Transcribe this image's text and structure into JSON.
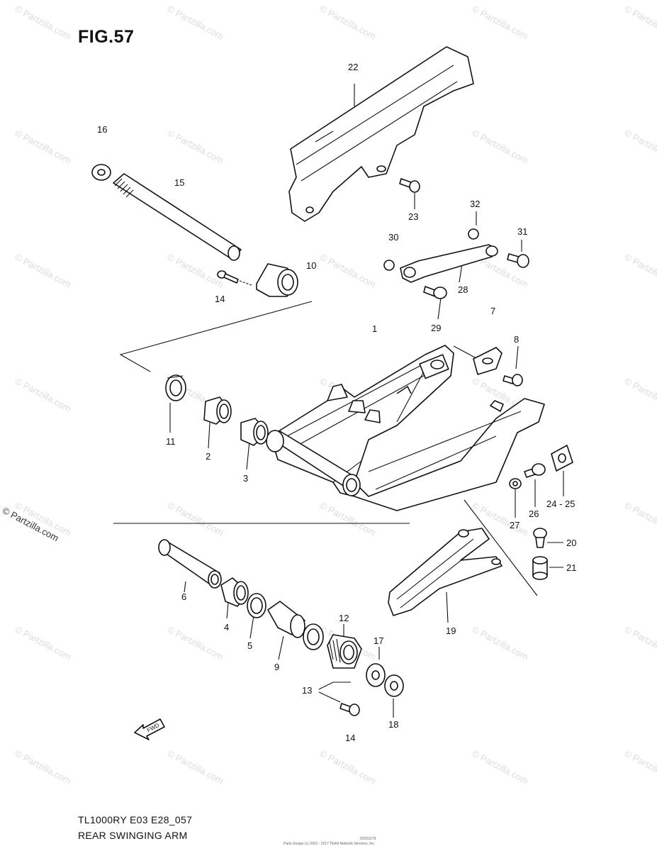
{
  "figure": {
    "title": "FIG.57",
    "model_code": "TL1000RY E03 E28_057",
    "diagram_name": "REAR SWINGING ARM"
  },
  "watermark": {
    "text": "© Partzilla.com",
    "side_text": "© Partzilla.com"
  },
  "fwd_arrow": {
    "label": "FWD"
  },
  "fine_print": {
    "line1": "02051678",
    "line2": "Parts Design (c) 2001 - 2017 Tik/Nt Network Services, Inc."
  },
  "callouts": [
    "1",
    "2",
    "3",
    "4",
    "5",
    "6",
    "7",
    "8",
    "9",
    "10",
    "11",
    "12",
    "13",
    "14",
    "14",
    "15",
    "16",
    "17",
    "18",
    "19",
    "20",
    "21",
    "22",
    "23",
    "24 - 25",
    "26",
    "27",
    "28",
    "29",
    "30",
    "31",
    "32"
  ],
  "colors": {
    "line": "#111111",
    "background": "#ffffff",
    "watermark": "#dcdcdc"
  }
}
